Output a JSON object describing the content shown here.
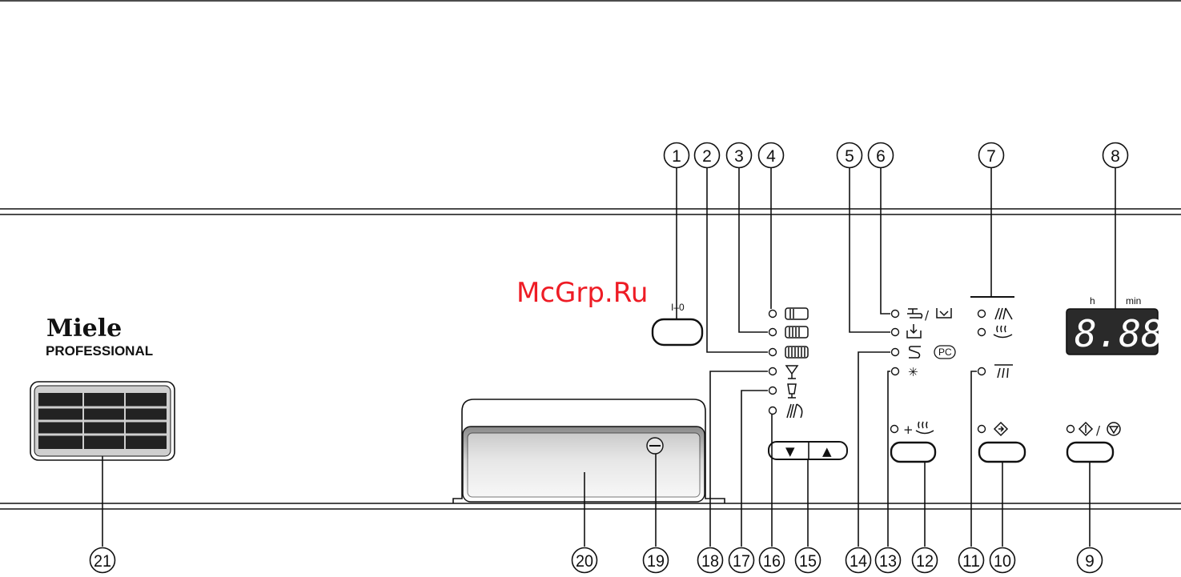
{
  "watermark": "McGrp.Ru",
  "brand": {
    "name": "Miele",
    "line": "PROFESSIONAL"
  },
  "power_label": "I–0",
  "display": {
    "hours_label": "h",
    "minutes_label": "min",
    "value": "8.88"
  },
  "pc_label": "PC",
  "callouts": [
    "1",
    "2",
    "3",
    "4",
    "5",
    "6",
    "7",
    "8",
    "9",
    "10",
    "11",
    "12",
    "13",
    "14",
    "15",
    "16",
    "17",
    "18",
    "19",
    "20",
    "21"
  ],
  "icons": {
    "arrow_down": "▼",
    "arrow_up": "▲",
    "plus": "+",
    "slash": "/",
    "snowflake": "✳",
    "start": "◈",
    "stop": "◇"
  }
}
